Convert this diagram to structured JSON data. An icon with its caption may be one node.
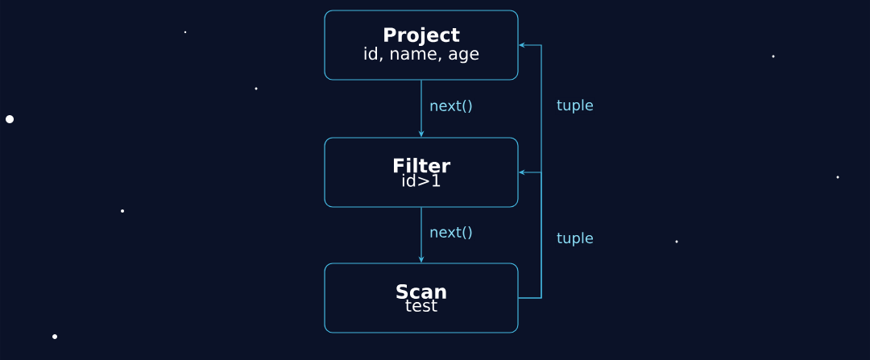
{
  "diagram": {
    "nodes": [
      {
        "text": [
          "Project",
          "id, name, age"
        ]
      },
      {
        "text": [
          "Filter",
          "id>1"
        ]
      },
      {
        "text": [
          "Scan",
          "test"
        ]
      }
    ],
    "edges": [
      {
        "from": 0,
        "to": 1,
        "arrow": "to",
        "label": "next()"
      },
      {
        "from": 1,
        "to": 2,
        "arrow": "to",
        "label": "next()"
      },
      {
        "from": 2,
        "to": 1,
        "arrow": "to",
        "label": "tuple"
      },
      {
        "from": 2,
        "to": 0,
        "arrow": "to",
        "label": "tuple"
      }
    ]
  }
}
